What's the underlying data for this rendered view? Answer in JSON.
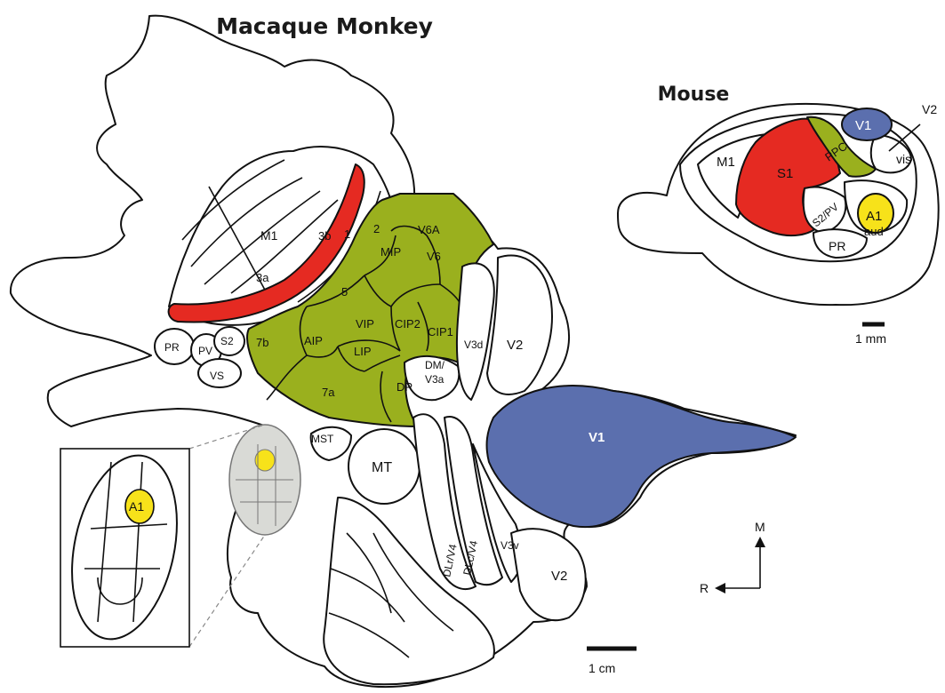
{
  "titles": {
    "macaque": "Macaque Monkey",
    "mouse": "Mouse"
  },
  "colors": {
    "somatosensory": "#e52a22",
    "parietal": "#9ab01e",
    "visual": "#5b6fae",
    "auditory": "#f7e21a",
    "outline": "#111111",
    "fill": "#ffffff"
  },
  "macaque_labels": {
    "v6a": "V6A",
    "m1": "M1",
    "a3b": "3b",
    "a1": "1",
    "a2": "2",
    "a3a": "3a",
    "mip": "MIP",
    "v6": "V6",
    "a5": "5",
    "vip": "VIP",
    "cip2": "CIP2",
    "cip1": "CIP1",
    "aip": "AIP",
    "lip": "LIP",
    "a7b": "7b",
    "a7a": "7a",
    "dp": "DP",
    "dm": "DM/",
    "v3a": "V3a",
    "v3d": "V3d",
    "v2_upper": "V2",
    "pr": "PR",
    "pv": "PV",
    "s2": "S2",
    "vs": "VS",
    "mst": "MST",
    "mt": "MT",
    "v1": "V1",
    "dlr": "DLr/V4",
    "dlc": "DLc/V4",
    "v3v": "V3v",
    "v2_lower": "V2",
    "inset_a1": "A1"
  },
  "mouse_labels": {
    "v1": "V1",
    "v2": "V2",
    "m1": "M1",
    "s1": "S1",
    "ppc": "PPC",
    "vis": "vis",
    "a1": "A1",
    "aud": "aud",
    "s2pv": "S2/PV",
    "pr": "PR"
  },
  "scale_bars": {
    "mouse": "1 mm",
    "macaque": "1 cm"
  },
  "compass": {
    "medial": "M",
    "rostral": "R"
  }
}
